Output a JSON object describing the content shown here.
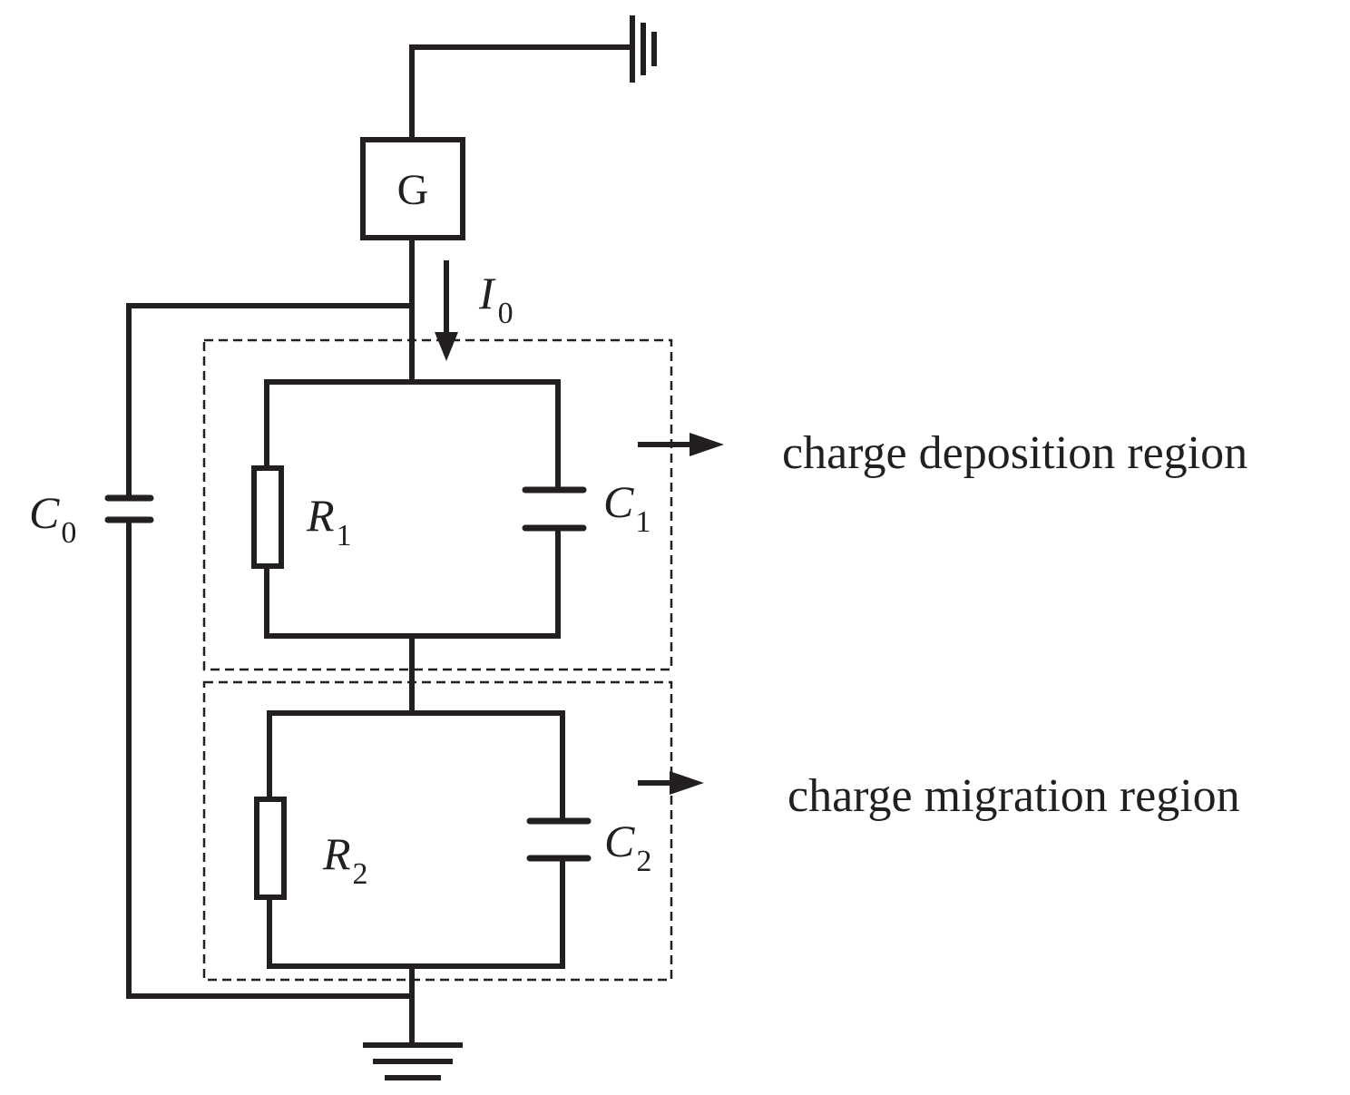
{
  "components": {
    "generator": {
      "label": "G"
    },
    "current": {
      "symbol": "I",
      "subscript": "0"
    },
    "c0": {
      "symbol": "C",
      "subscript": "0"
    },
    "r1": {
      "symbol": "R",
      "subscript": "1"
    },
    "c1": {
      "symbol": "C",
      "subscript": "1"
    },
    "r2": {
      "symbol": "R",
      "subscript": "2"
    },
    "c2": {
      "symbol": "C",
      "subscript": "2"
    }
  },
  "regions": {
    "deposition": "charge deposition region",
    "migration": "charge migration region"
  },
  "colors": {
    "ink": "#231f20",
    "background": "#ffffff"
  }
}
